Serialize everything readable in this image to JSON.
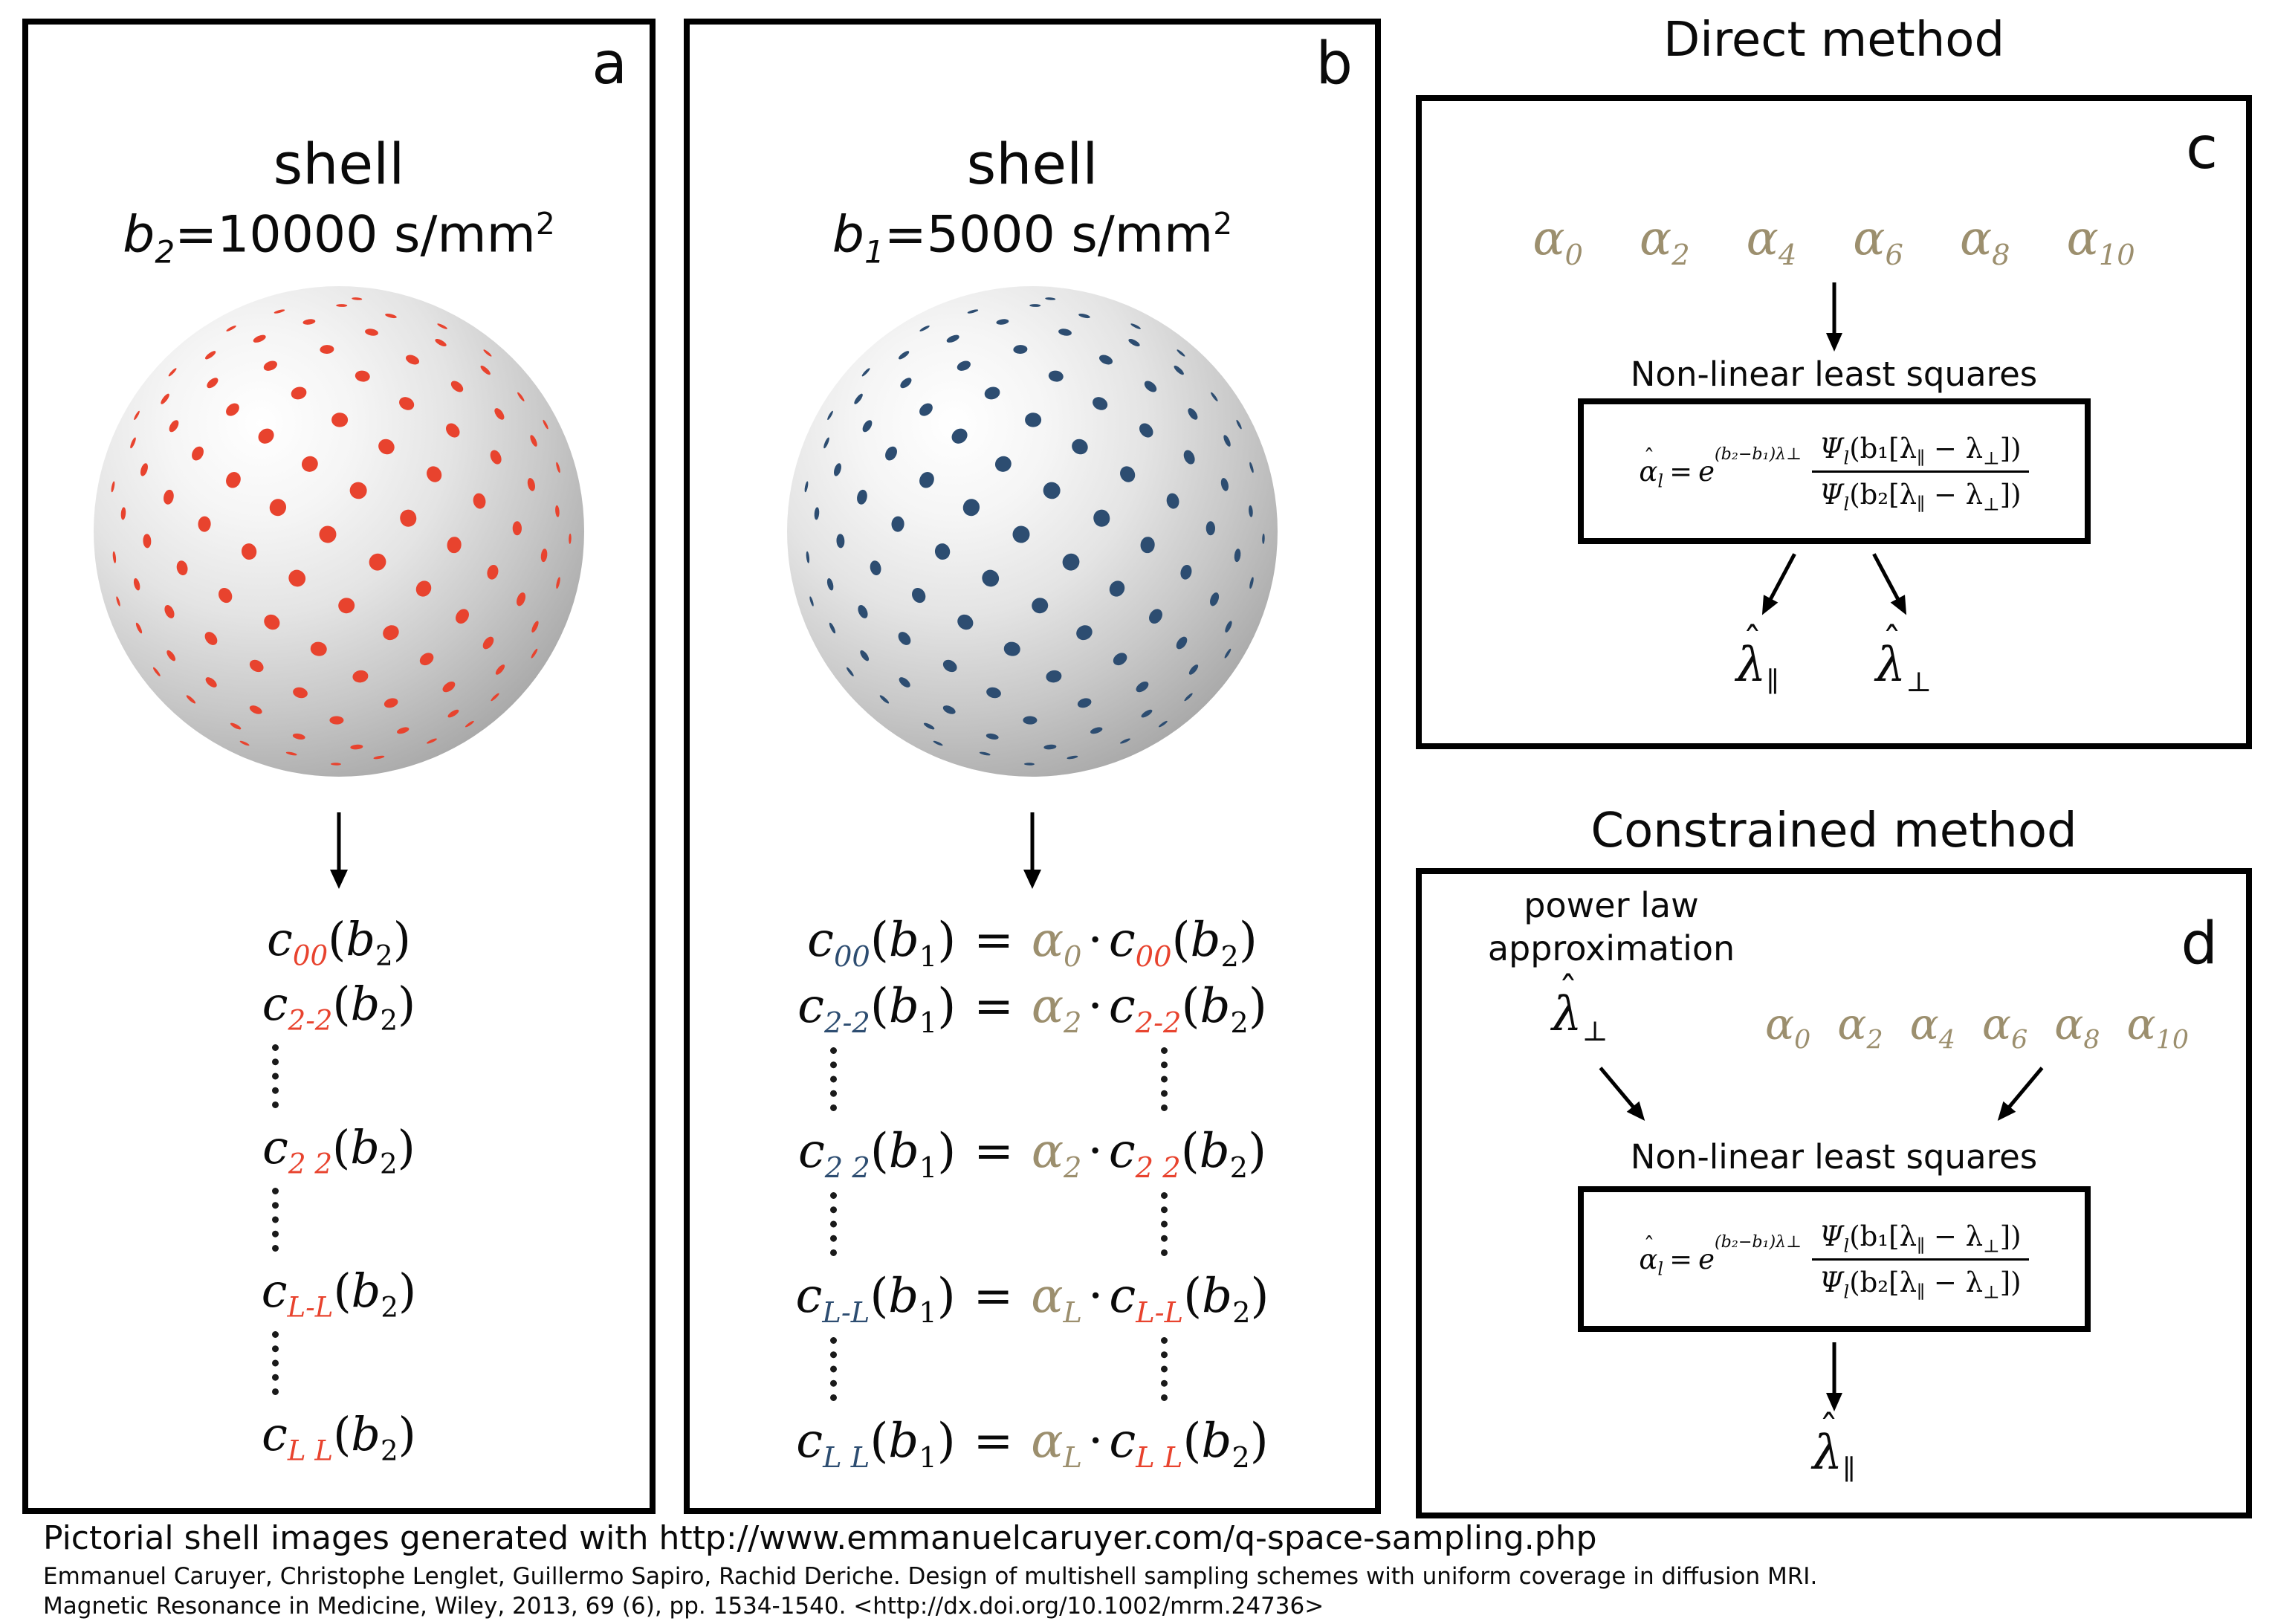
{
  "colors": {
    "red": "#e8432e",
    "blue": "#2d4d71",
    "tan": "#9c8f6e"
  },
  "symbols": {
    "c": "c",
    "b": "b",
    "alpha": "α",
    "lambda": "λ",
    "e": "e",
    "hat": "ˆ",
    "open": "(",
    "close": ")",
    "eq": "=",
    "cdot": "·"
  },
  "spheres": {
    "dot_count": 224,
    "red_dots": "#e8432e",
    "blue_dots": "#2d4d71"
  },
  "panel_a": {
    "corner": "a",
    "title": "shell",
    "b_sub": "2",
    "b_eq": "=10000 s/mm",
    "b_sup": "2",
    "arg": "2",
    "rows": [
      "00",
      "2-2",
      "2 2",
      "L-L",
      "L L"
    ]
  },
  "panel_b": {
    "corner": "b",
    "title": "shell",
    "b_sub": "1",
    "b_eq": "=5000 s/mm",
    "b_sup": "2",
    "left_arg": "1",
    "right_arg": "2",
    "rows": [
      {
        "sub": "00",
        "alpha": "0"
      },
      {
        "sub": "2-2",
        "alpha": "2"
      },
      {
        "sub": "2 2",
        "alpha": "2"
      },
      {
        "sub": "L-L",
        "alpha": "L"
      },
      {
        "sub": "L L",
        "alpha": "L"
      }
    ]
  },
  "panel_c": {
    "title": "Direct method",
    "corner": "c",
    "alphas": [
      "0",
      "2",
      "4",
      "6",
      "8",
      "10"
    ],
    "nlls": "Non-linear least squares",
    "out_par": "∥",
    "out_perp": "⊥"
  },
  "panel_d": {
    "title": "Constrained method",
    "corner": "d",
    "power_law_line1": "power law",
    "power_law_line2": "approximation",
    "alphas": [
      "0",
      "2",
      "4",
      "6",
      "8",
      "10"
    ],
    "nlls": "Non-linear least squares",
    "in_perp": "⊥",
    "out_par": "∥"
  },
  "formula": {
    "alpha_sub": "l",
    "exponent": "(b₂−b₁)λ⊥",
    "psi": "Ψ",
    "psi_sub": "l",
    "num_open": "(b₁[λ",
    "den_open": "(b₂[λ",
    "mid": " − λ",
    "close": "])",
    "par": "∥",
    "perp": "⊥"
  },
  "caption": {
    "line1": "Pictorial shell images generated with http://www.emmanuelcaruyer.com/q-space-sampling.php",
    "line2": "Emmanuel Caruyer, Christophe Lenglet, Guillermo Sapiro, Rachid Deriche. Design of multishell sampling schemes with uniform coverage in diffusion MRI.",
    "line3": "Magnetic Resonance in Medicine, Wiley, 2013, 69 (6), pp. 1534-1540. <http://dx.doi.org/10.1002/mrm.24736>"
  }
}
